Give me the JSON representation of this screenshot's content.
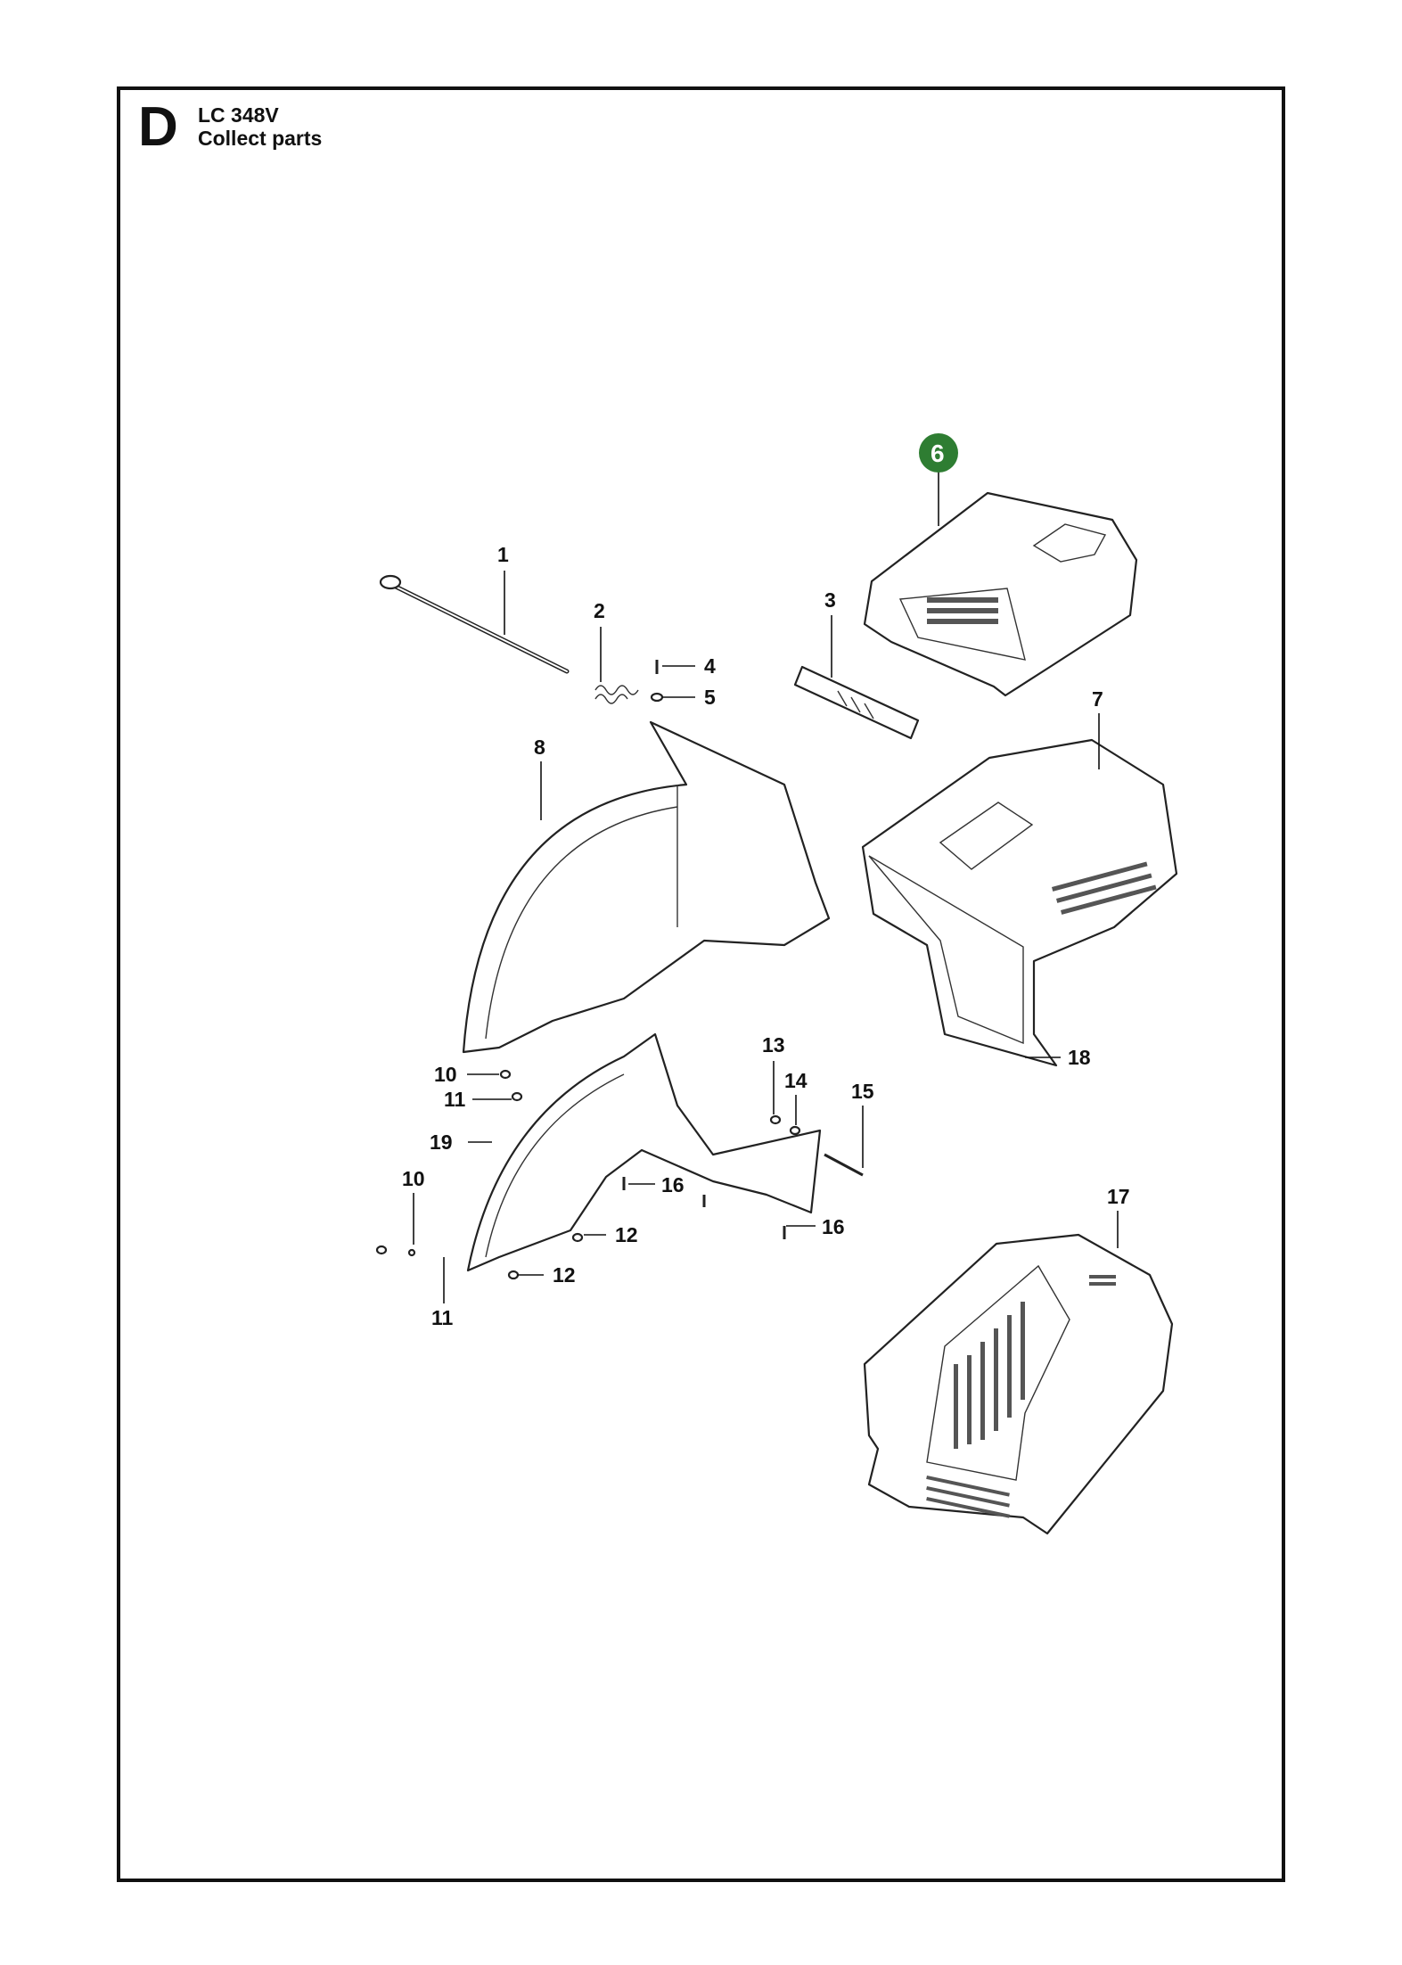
{
  "header": {
    "section_letter": "D",
    "model": "LC 348V",
    "title": "Collect parts"
  },
  "highlight_color": "#2e7d32",
  "callouts": [
    {
      "id": "c1",
      "label": "1"
    },
    {
      "id": "c2",
      "label": "2"
    },
    {
      "id": "c3",
      "label": "3"
    },
    {
      "id": "c4",
      "label": "4"
    },
    {
      "id": "c5",
      "label": "5"
    },
    {
      "id": "c6",
      "label": "6",
      "highlighted": true
    },
    {
      "id": "c7",
      "label": "7"
    },
    {
      "id": "c8",
      "label": "8"
    },
    {
      "id": "c10a",
      "label": "10"
    },
    {
      "id": "c10b",
      "label": "10"
    },
    {
      "id": "c11a",
      "label": "11"
    },
    {
      "id": "c11b",
      "label": "11"
    },
    {
      "id": "c12a",
      "label": "12"
    },
    {
      "id": "c12b",
      "label": "12"
    },
    {
      "id": "c13",
      "label": "13"
    },
    {
      "id": "c14",
      "label": "14"
    },
    {
      "id": "c15",
      "label": "15"
    },
    {
      "id": "c16a",
      "label": "16"
    },
    {
      "id": "c16b",
      "label": "16"
    },
    {
      "id": "c17",
      "label": "17"
    },
    {
      "id": "c18",
      "label": "18"
    },
    {
      "id": "c19",
      "label": "19"
    }
  ]
}
